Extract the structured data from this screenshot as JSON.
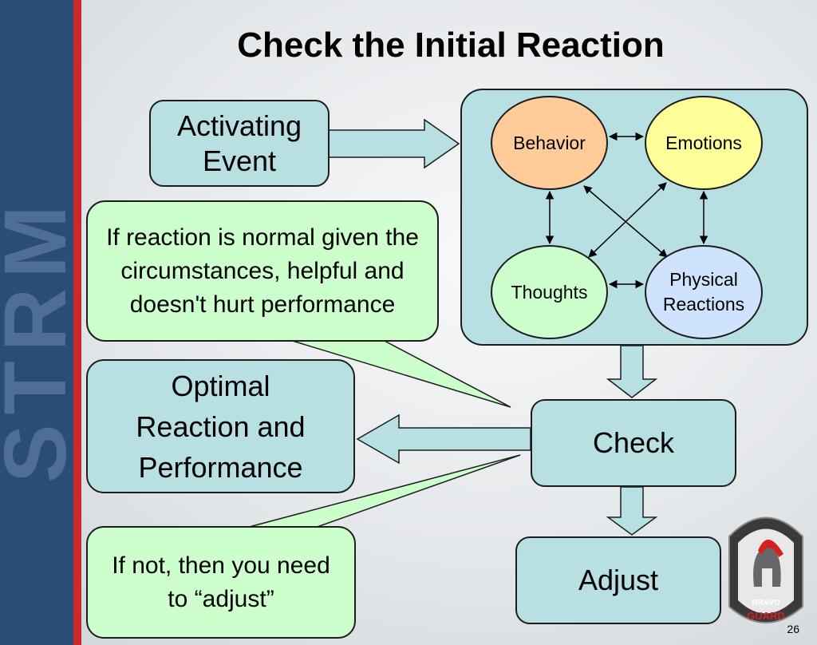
{
  "slide": {
    "title": "Check the Initial Reaction",
    "page_number": "26",
    "side_logo_text": "STRM"
  },
  "boxes": {
    "activating_event": "Activating Event",
    "callout_normal": "If reaction is normal given the circumstances, helpful and doesn't hurt performance",
    "optimal": "Optimal Reaction and Performance",
    "check": "Check",
    "adjust": "Adjust",
    "callout_adjust": "If not, then you need to “adjust”"
  },
  "cycle": {
    "behavior": "Behavior",
    "emotions": "Emotions",
    "thoughts": "Thoughts",
    "physical_reactions": "Physical Reactions"
  },
  "seal": {
    "lines": [
      "BRAVO",
      "GUARD"
    ]
  },
  "colors": {
    "box_fill": "#b8dfe2",
    "callout_fill": "#ccffcc",
    "behavior_fill": "#ffcc99",
    "emotions_fill": "#ffff99",
    "thoughts_fill": "#ccffcc",
    "physical_fill": "#cfe3ff",
    "side_band": "#2a4d78",
    "side_stripe": "#cc2a2a"
  }
}
